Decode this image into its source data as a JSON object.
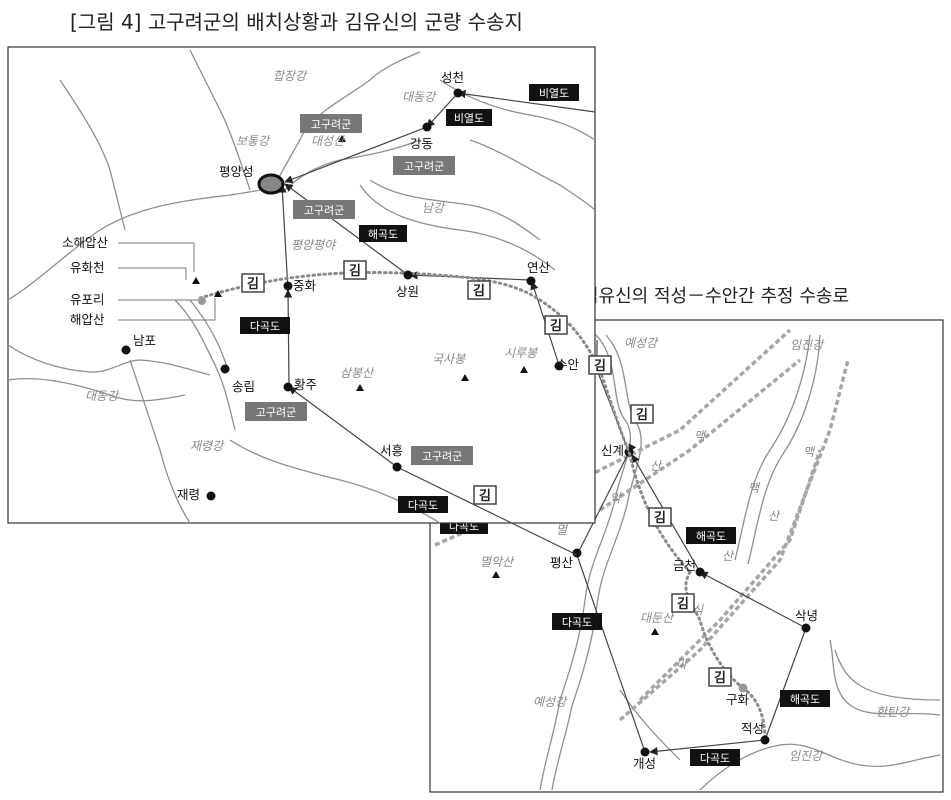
{
  "figure_title": "[그림 4] 고구려군의 배치상황과 김유신의 군량 수송지",
  "inset_caption": "김유신의 적성－수안간 추정 수송로",
  "labels": {
    "dabokdo": "다곡도",
    "haekokdo": "해곡도",
    "biyeoldo": "비열도",
    "goguryeo": "고구려군",
    "kim": "김"
  },
  "main_map": {
    "places": {
      "seongcheon": "성천",
      "gangdong": "강동",
      "pyongyang": "평양성",
      "sanghwa": "상원",
      "yeonsan": "연산",
      "suan": "수안",
      "junghwa": "중화",
      "hwangju": "황주",
      "songnim": "송림",
      "nampo": "남포",
      "jaeryeong": "재령",
      "seoheung": "서흥",
      "sohaeapsan": "소해압산",
      "yuhwacheon": "유화천",
      "yupori": "유포리",
      "haeapsan": "해압산"
    },
    "rivers": {
      "hapjang": "합장강",
      "daedong1": "대동강",
      "botong": "보통강",
      "nam": "남강",
      "daedong2": "대동강",
      "jaeryeong": "재령강"
    },
    "terrain": {
      "daeseongsan": "대성산",
      "pyongyang_plain": "평양평야",
      "guksabong": "국사봉",
      "sirubong": "시루봉",
      "sambongsan": "삼봉산"
    }
  },
  "inset_map": {
    "places": {
      "singye": "신계",
      "pyeongsan": "평산",
      "geumcheon": "금천",
      "saknyeong": "삭녕",
      "guhwa": "구화",
      "jeokseong": "적성",
      "gaeseong": "개성"
    },
    "rivers": {
      "yeseong1": "예성강",
      "imjin1": "임진강",
      "yeseong2": "예성강",
      "hantan": "한탄강",
      "imjin2": "임진강"
    },
    "terrain": {
      "myeorak": "멸악산",
      "daedunsan": "대둔산",
      "ridge_a1": "산",
      "ridge_a2": "맥",
      "ridge_a3": "악",
      "ridge_a4": "멸",
      "ridge_b1": "맥",
      "ridge_b2": "산",
      "ridge_b3": "식",
      "ridge_b4": "마",
      "ridge_c1": "맥",
      "ridge_c2": "산"
    }
  }
}
